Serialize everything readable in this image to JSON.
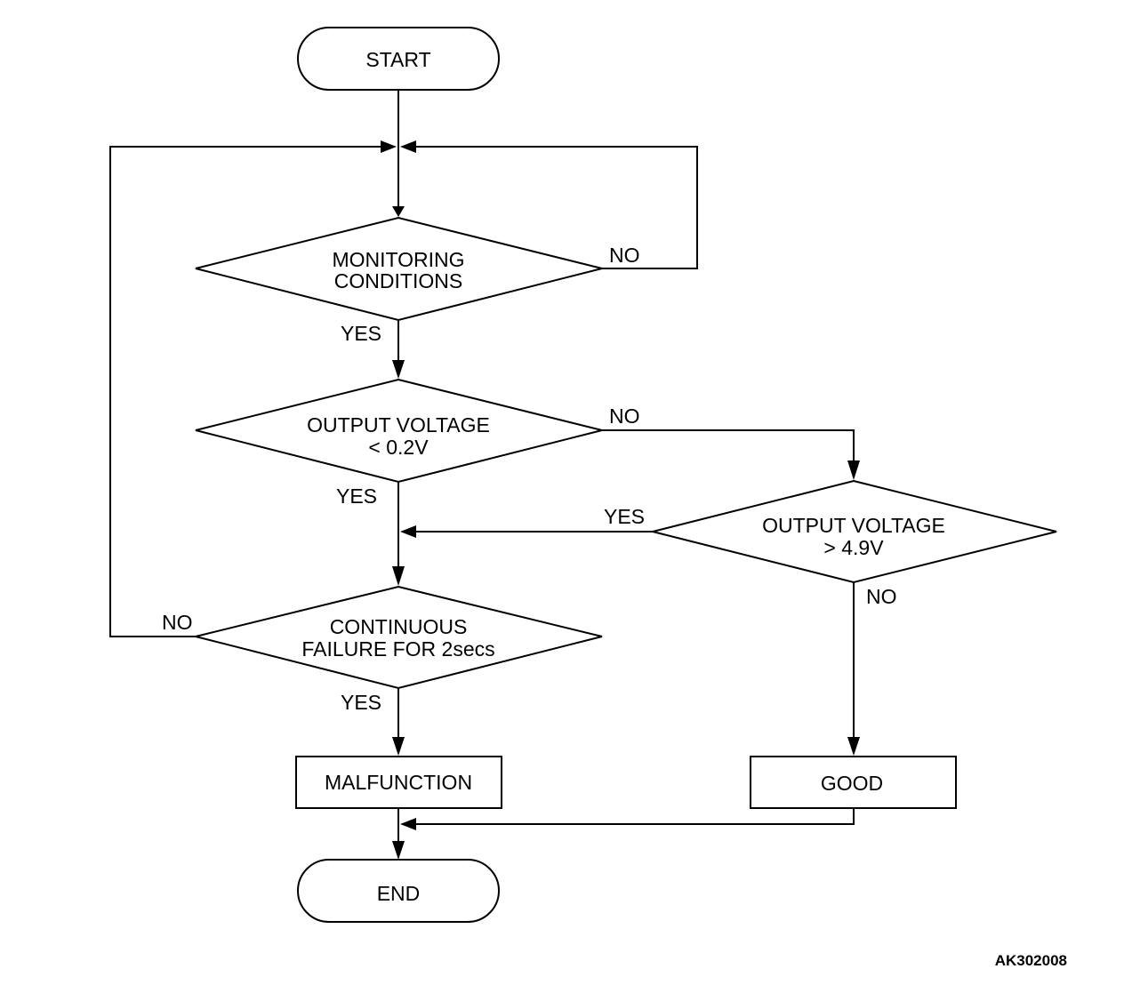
{
  "nodes": {
    "start": "START",
    "monitoring": [
      "MONITORING",
      "CONDITIONS"
    ],
    "low_voltage": [
      "OUTPUT VOLTAGE",
      "< 0.2V"
    ],
    "high_voltage": [
      "OUTPUT VOLTAGE",
      "> 4.9V"
    ],
    "continuous": [
      "CONTINUOUS",
      "FAILURE FOR 2secs"
    ],
    "malfunction": "MALFUNCTION",
    "good": "GOOD",
    "end": "END"
  },
  "labels": {
    "monitoring_no": "NO",
    "monitoring_yes": "YES",
    "low_no": "NO",
    "low_yes": "YES",
    "high_yes": "YES",
    "high_no": "NO",
    "continuous_no": "NO",
    "continuous_yes": "YES"
  },
  "figure_code": "AK302008"
}
